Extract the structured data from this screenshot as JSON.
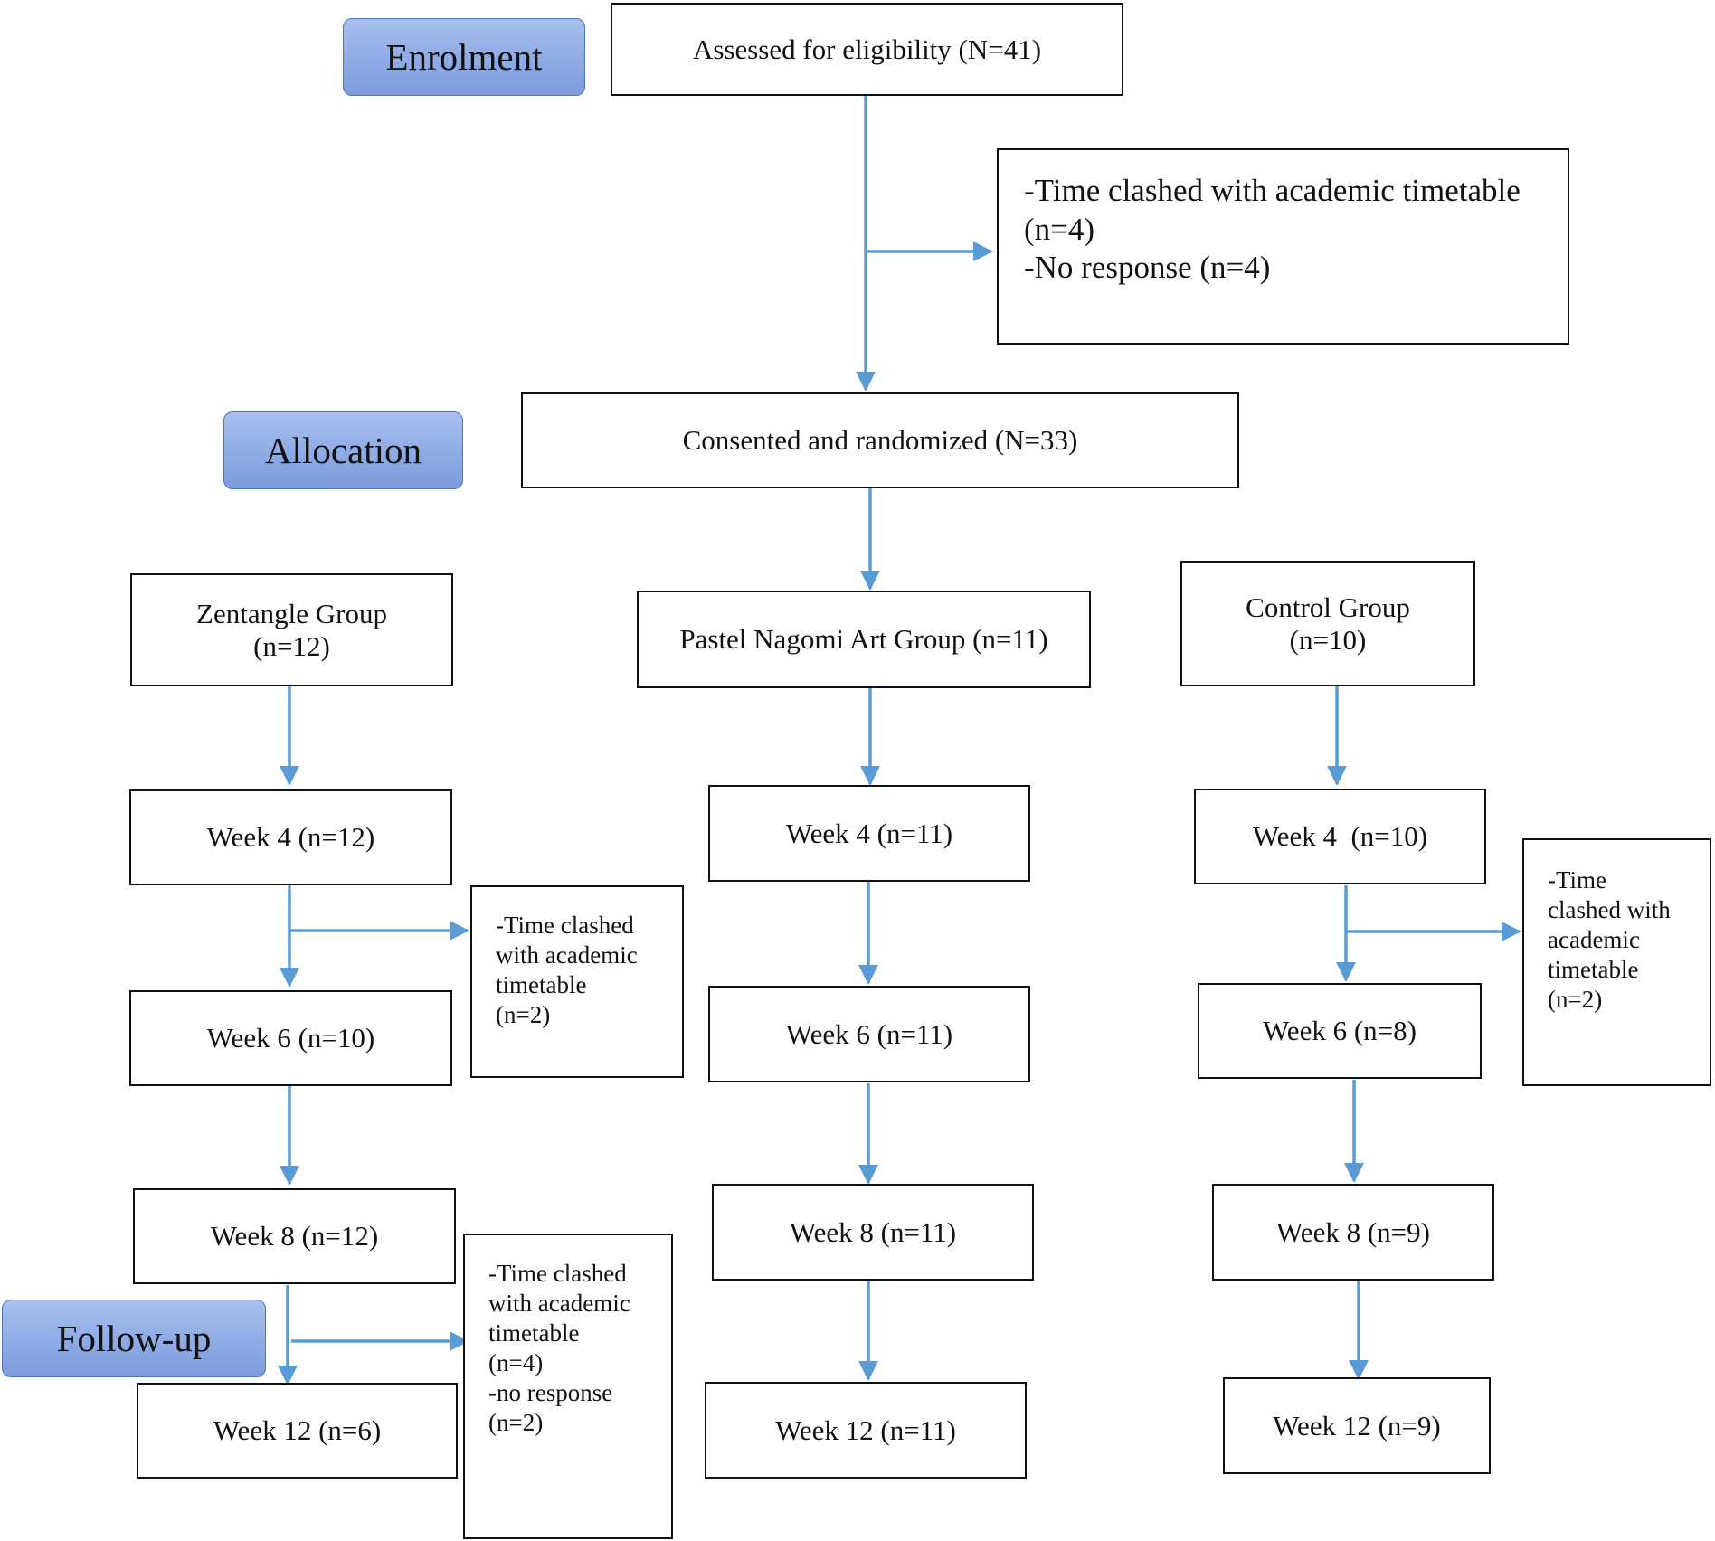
{
  "stages": {
    "enrolment": "Enrolment",
    "allocation": "Allocation",
    "follow_up": "Follow-up"
  },
  "enrolment": {
    "assessed": "Assessed for eligibility (N=41)",
    "excluded": [
      "-Time clashed with academic timetable",
      "(n=4)",
      "-No response (n=4)"
    ]
  },
  "allocation": {
    "randomized": "Consented and randomized (N=33)"
  },
  "groups": {
    "zentangle": {
      "name": [
        "Zentangle Group",
        "(n=12)"
      ],
      "week4": "Week 4 (n=12)",
      "week6": "Week 6 (n=10)",
      "week8": "Week 8 (n=12)",
      "week12": "Week 12 (n=6)",
      "dropout_week4": [
        "-Time clashed",
        "with academic",
        "timetable",
        "(n=2)"
      ],
      "dropout_week8": [
        "-Time clashed",
        "with academic",
        "timetable",
        "(n=4)",
        "-no response",
        "(n=2)"
      ]
    },
    "pastel": {
      "name": [
        "Pastel Nagomi Art Group (n=11)"
      ],
      "week4": "Week 4 (n=11)",
      "week6": "Week 6 (n=11)",
      "week8": "Week 8 (n=11)",
      "week12": "Week 12 (n=11)"
    },
    "control": {
      "name": [
        "Control Group",
        "(n=10)"
      ],
      "week4": "Week 4  (n=10)",
      "week6": "Week 6 (n=8)",
      "week8": "Week 8 (n=9)",
      "week12": "Week 12 (n=9)",
      "dropout_week4": [
        "-Time",
        "clashed with",
        "academic",
        "timetable",
        "(n=2)"
      ]
    }
  },
  "colors": {
    "arrow": "#5b9bd5",
    "stage_fill": "#8eabe5",
    "stage_border": "#4c77c2",
    "box_border": "#111111"
  }
}
